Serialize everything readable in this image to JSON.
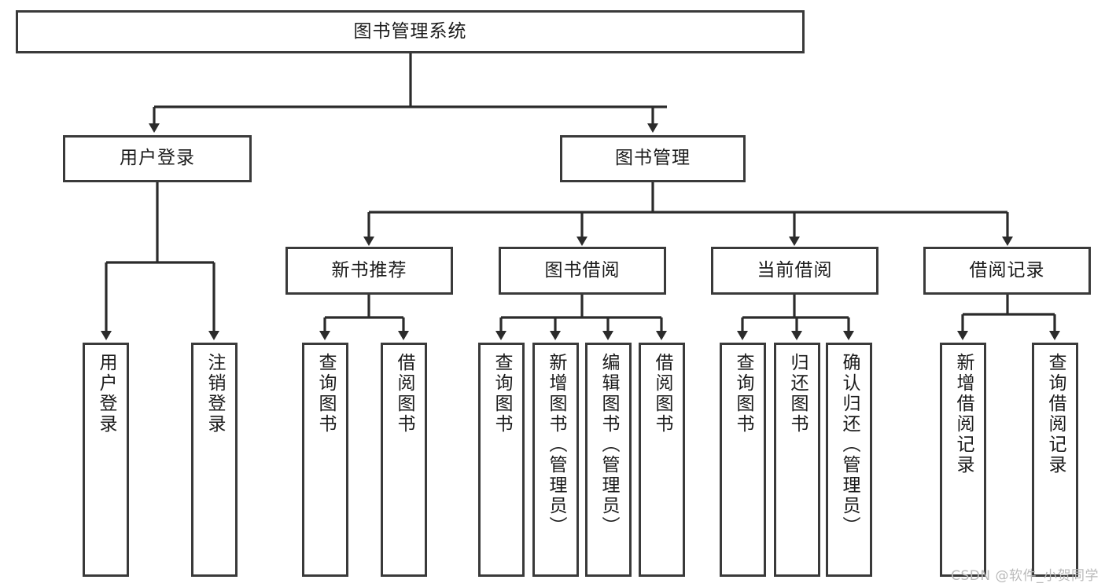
{
  "diagram": {
    "title": "图书管理系统",
    "type": "tree",
    "colors": {
      "box_border": "#3a3a3a",
      "box_fill": "#ffffff",
      "connector": "#2b2b2b",
      "text": "#1b1b1b",
      "watermark": "#b9b9b9",
      "background": "#ffffff"
    },
    "root": {
      "label": "图书管理系统"
    },
    "level1": [
      {
        "label": "用户登录"
      },
      {
        "label": "图书管理"
      }
    ],
    "level2": [
      {
        "label": "新书推荐"
      },
      {
        "label": "图书借阅"
      },
      {
        "label": "当前借阅"
      },
      {
        "label": "借阅记录"
      }
    ],
    "leaves": {
      "user_login": [
        {
          "label": "用户登录"
        },
        {
          "label": "注销登录"
        }
      ],
      "new_book_recommend": [
        {
          "label": "查询图书"
        },
        {
          "label": "借阅图书"
        }
      ],
      "book_borrow": [
        {
          "label": "查询图书"
        },
        {
          "label": "新增图书（管理员）"
        },
        {
          "label": "编辑图书（管理员）"
        },
        {
          "label": "借阅图书"
        }
      ],
      "current_borrow": [
        {
          "label": "查询图书"
        },
        {
          "label": "归还图书"
        },
        {
          "label": "确认归还（管理员）"
        }
      ],
      "borrow_record": [
        {
          "label": "新增借阅记录"
        },
        {
          "label": "查询借阅记录"
        }
      ]
    }
  },
  "watermark": {
    "text": "CSDN @软件_小贺同学"
  }
}
